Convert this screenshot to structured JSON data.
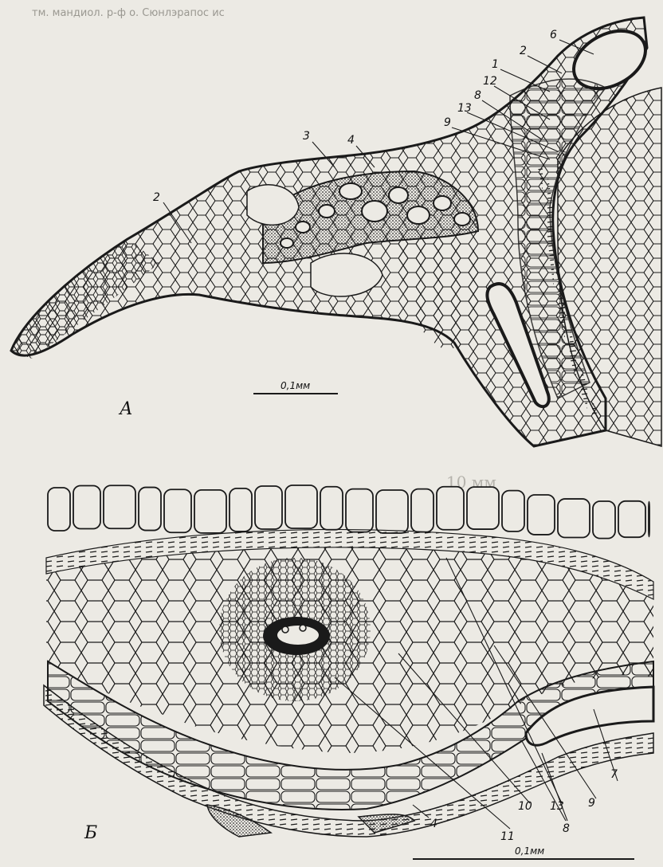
{
  "panels": [
    {
      "id": "A",
      "letter": "А",
      "scale_label": "0,1мм"
    },
    {
      "id": "B",
      "letter": "Б",
      "scale_label": "0,1мм"
    }
  ],
  "labels_a": [
    "6",
    "2",
    "1",
    "12",
    "8",
    "13",
    "9",
    "3",
    "4",
    "2"
  ],
  "labels_b": [
    "10",
    "13",
    "9",
    "7",
    "8",
    "11",
    "4"
  ],
  "bleed_text": {
    "top_lines": [
      "тм. мандиол. р-ф о. Сюнлэрапос ис"
    ],
    "side_figure_label": "10 мм"
  },
  "colors": {
    "paper": "#eceae4",
    "ink": "#1a1a1a",
    "stipple": "#3a3a3a",
    "bleed": "#9a9891"
  }
}
